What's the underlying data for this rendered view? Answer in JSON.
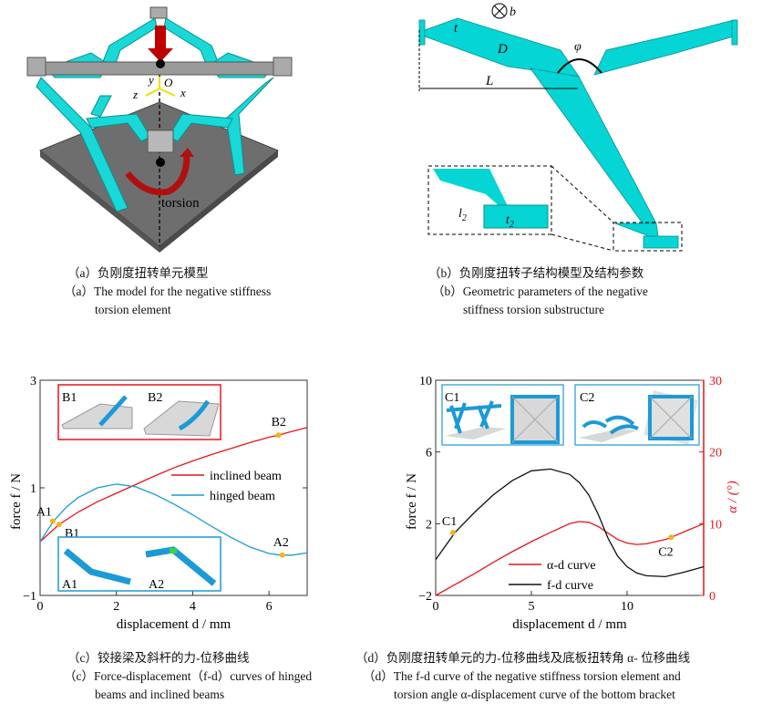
{
  "panel_a": {
    "labels": {
      "y": "y",
      "o": "O",
      "z": "z",
      "x": "x",
      "torsion": "torsion"
    },
    "caption_cn": "（a）负刚度扭转单元模型",
    "caption_en_1": "（a）The model for the negative stiffness",
    "caption_en_2": "torsion element"
  },
  "panel_b": {
    "labels": {
      "b": "b",
      "t": "t",
      "D": "D",
      "phi": "φ",
      "L": "L",
      "l2": "l",
      "l2_sub": "2",
      "t2": "t",
      "t2_sub": "2"
    },
    "caption_cn": "（b）负刚度扭转子结构模型及结构参数",
    "caption_en_1": "（b）Geometric parameters of the negative",
    "caption_en_2": "stiffness torsion substructure"
  },
  "panel_c": {
    "caption_cn": "（c）铰接梁及斜杆的力-位移曲线",
    "caption_en_1": "（c）Force-displacement（f-d）curves of hinged",
    "caption_en_2": "beams and inclined beams",
    "inset_top": {
      "left": "B1",
      "right": "B2"
    },
    "inset_bottom": {
      "left": "A1",
      "right": "A2"
    }
  },
  "panel_d": {
    "caption_cn": "（d）负刚度扭转单元的力-位移曲线及底板扭转角 α- 位移曲线",
    "caption_en_1": "（d）The f-d curve of the negative stiffness torsion element and",
    "caption_en_2": "torsion angle α-displacement curve of the bottom bracket",
    "inset_left": "C1",
    "inset_right": "C2"
  },
  "colors": {
    "cyan": "#00d5d5",
    "red": "#e8141c",
    "blue": "#1b9ad6",
    "black": "#111111",
    "marker": "#f5b21a",
    "red_arrow": "#c00000"
  },
  "chart_data": [
    {
      "type": "line",
      "xlabel": "displacement d / mm",
      "ylabel": "force f / N",
      "xlim": [
        0,
        7
      ],
      "ylim": [
        -1,
        3
      ],
      "xticks": [
        0,
        2,
        4,
        6
      ],
      "yticks": [
        -1,
        1,
        3
      ],
      "legend": "center-right",
      "series": [
        {
          "name": "inclined beam",
          "color": "#e8141c",
          "x": [
            0,
            0.5,
            1,
            1.5,
            2,
            2.5,
            3,
            3.5,
            4,
            4.5,
            5,
            5.5,
            6,
            6.25,
            6.5,
            7
          ],
          "y": [
            0,
            0.32,
            0.55,
            0.74,
            0.9,
            1.06,
            1.22,
            1.37,
            1.5,
            1.62,
            1.73,
            1.84,
            1.94,
            1.98,
            2.03,
            2.12
          ]
        },
        {
          "name": "hinged beam",
          "color": "#1b9ad6",
          "x": [
            0,
            0.35,
            0.7,
            1,
            1.5,
            2,
            2.5,
            3,
            3.5,
            4,
            4.5,
            5,
            5.5,
            6,
            6.3,
            6.6,
            7
          ],
          "y": [
            0,
            0.38,
            0.65,
            0.82,
            1.0,
            1.07,
            1.02,
            0.88,
            0.7,
            0.5,
            0.28,
            0.08,
            -0.1,
            -0.22,
            -0.25,
            -0.25,
            -0.21
          ]
        }
      ],
      "points": [
        {
          "label": "A1",
          "x": 0.33,
          "y": 0.38
        },
        {
          "label": "B1",
          "x": 0.5,
          "y": 0.32
        },
        {
          "label": "B2",
          "x": 6.25,
          "y": 1.98
        },
        {
          "label": "A2",
          "x": 6.35,
          "y": -0.25
        }
      ]
    },
    {
      "type": "line",
      "xlabel": "displacement d / mm",
      "ylabel": "force f / N",
      "ylabel_right": "α / (°)",
      "xlim": [
        0,
        14
      ],
      "ylim": [
        -2,
        10
      ],
      "ylim_right": [
        0,
        30
      ],
      "xticks": [
        0,
        5,
        10
      ],
      "yticks": [
        -2,
        2,
        6,
        10
      ],
      "yticks_right": [
        0,
        10,
        20,
        30
      ],
      "legend": "bottom-center",
      "series": [
        {
          "name": "α-d curve",
          "color": "#e8141c",
          "axis": "right",
          "x": [
            0,
            1,
            2,
            3,
            4,
            5,
            6,
            7,
            7.5,
            8,
            8.5,
            9,
            9.5,
            10,
            10.5,
            11,
            12,
            12.3,
            13,
            14
          ],
          "y": [
            0,
            1.5,
            3.0,
            4.6,
            6.1,
            7.5,
            8.8,
            10.0,
            10.3,
            10.2,
            9.6,
            8.7,
            7.8,
            7.3,
            7.1,
            7.2,
            7.8,
            8.1,
            8.9,
            10.0
          ]
        },
        {
          "name": "f-d curve",
          "color": "#111111",
          "axis": "left",
          "x": [
            0,
            1,
            2,
            3,
            4,
            5,
            6,
            7,
            7.5,
            8,
            8.5,
            9,
            9.5,
            10,
            10.5,
            11,
            12,
            13,
            14
          ],
          "y": [
            0,
            1.5,
            2.6,
            3.6,
            4.4,
            4.95,
            5.05,
            4.75,
            4.3,
            3.6,
            2.5,
            1.2,
            0.2,
            -0.4,
            -0.75,
            -0.9,
            -0.95,
            -0.7,
            -0.4
          ]
        }
      ],
      "points": [
        {
          "label": "C1",
          "x": 0.9,
          "y": 1.5,
          "axis": "left"
        },
        {
          "label": "C2",
          "x": 12.3,
          "y": 8.1,
          "axis": "right"
        }
      ]
    }
  ]
}
